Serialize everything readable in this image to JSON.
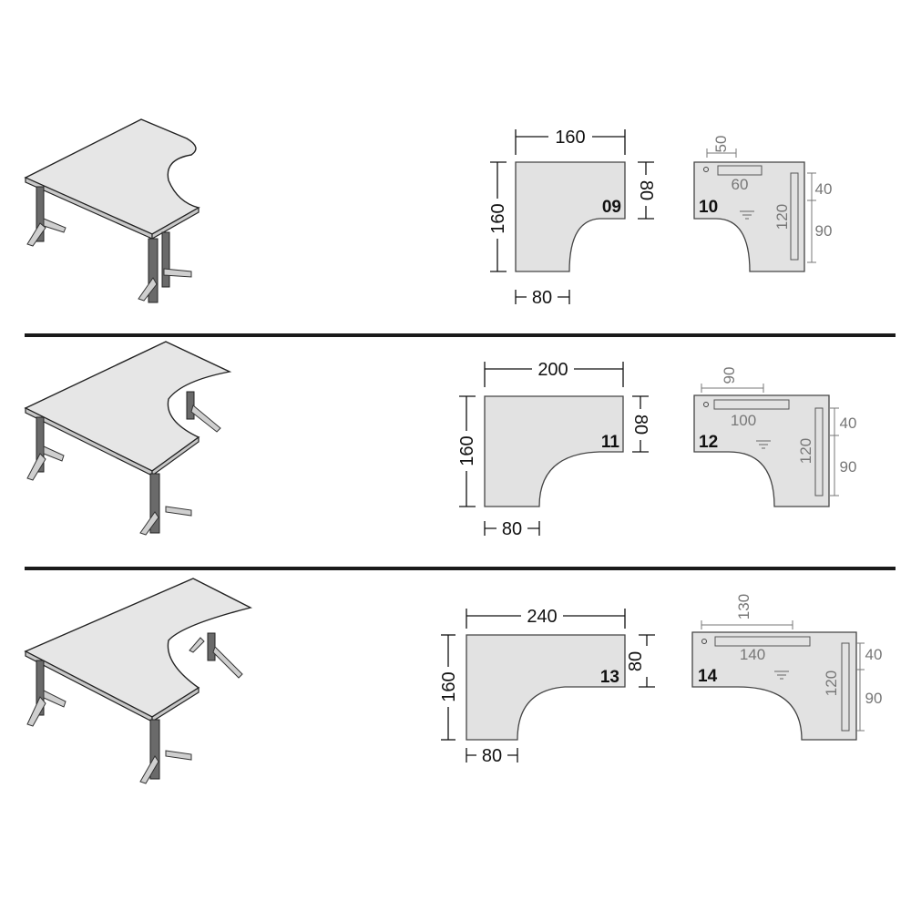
{
  "rows": [
    {
      "width_label": "160",
      "depth_label": "160",
      "return_label": "80",
      "side_label": "80",
      "code_plain": "09",
      "code_service": "10",
      "service_top_a": "50",
      "service_slot": "60",
      "service_left": "120",
      "service_right_top": "40",
      "service_right_bottom": "90"
    },
    {
      "width_label": "200",
      "depth_label": "160",
      "return_label": "80",
      "side_label": "80",
      "code_plain": "11",
      "code_service": "12",
      "service_top_a": "90",
      "service_slot": "100",
      "service_left": "120",
      "service_right_top": "40",
      "service_right_bottom": "90"
    },
    {
      "width_label": "240",
      "depth_label": "160",
      "return_label": "80",
      "side_label": "80",
      "code_plain": "13",
      "code_service": "14",
      "service_top_a": "130",
      "service_slot": "140",
      "service_left": "120",
      "service_right_top": "40",
      "service_right_bottom": "90"
    }
  ]
}
